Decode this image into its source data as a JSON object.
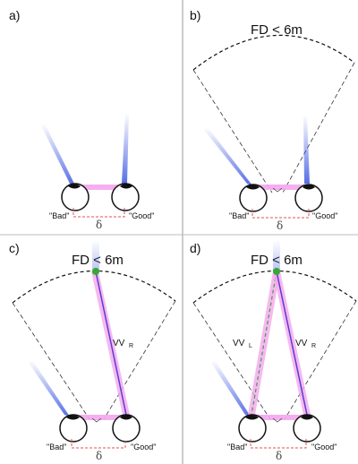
{
  "panels": {
    "a": {
      "letter": "a)",
      "left_eye": "\"Bad\"",
      "right_eye": "\"Good\"",
      "delta": "δ"
    },
    "b": {
      "letter": "b)",
      "fd": "FD < 6m",
      "left_eye": "\"Bad\"",
      "right_eye": "\"Good\"",
      "delta": "δ"
    },
    "c": {
      "letter": "c)",
      "fd": "FD < 6m",
      "vv_r": "VV",
      "vv_r_sub": "R",
      "left_eye": "\"Bad\"",
      "right_eye": "\"Good\"",
      "delta": "δ"
    },
    "d": {
      "letter": "d)",
      "fd": "FD < 6m",
      "vv_l": "VV",
      "vv_l_sub": "L",
      "vv_r": "VV",
      "vv_r_sub": "R",
      "left_eye": "\"Bad\"",
      "right_eye": "\"Good\"",
      "delta": "δ"
    }
  },
  "colors": {
    "gaze_blue": "#3a55e0",
    "bar_pink": "#f4a6ee",
    "delta_red": "#e05050",
    "fixation_green": "#33aa33"
  }
}
